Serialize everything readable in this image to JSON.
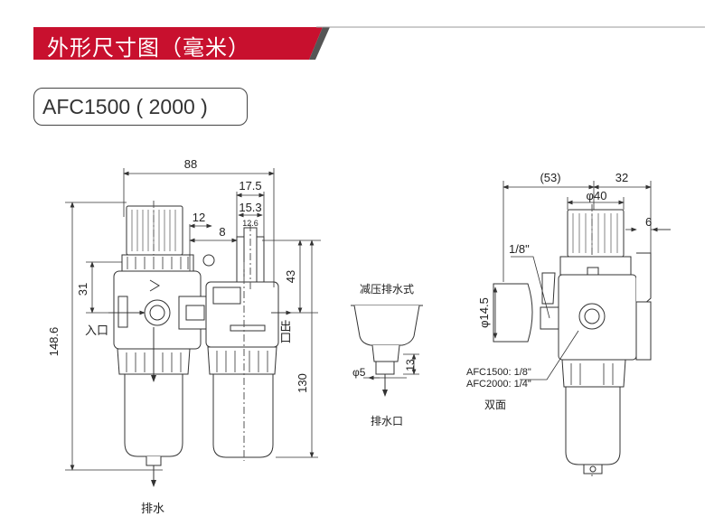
{
  "header": {
    "title": "外形尺寸图（毫米）",
    "model": "AFC1500 ( 2000 )",
    "accent_color": "#c8102e"
  },
  "front_view": {
    "dims": {
      "width_total": "88",
      "d17_5": "17.5",
      "d15_3": "15.3",
      "d12_6": "12.6",
      "d12": "12",
      "d8": "8",
      "d43": "43",
      "d31": "31",
      "d148_6": "148.6",
      "d130": "130"
    },
    "labels": {
      "inlet": "入口",
      "outlet": "出口",
      "drain": "排水"
    }
  },
  "drain_detail": {
    "title": "减压排水式",
    "dims": {
      "d5": "φ5",
      "d13": "13"
    },
    "label": "排水口"
  },
  "side_view": {
    "dims": {
      "d53": "(53)",
      "d32": "32",
      "d40": "φ40",
      "d6": "6",
      "d14_5": "φ14.5"
    },
    "port_label": "1/8\"",
    "port_specs": [
      "AFC1500:  1/8\"",
      "AFC2000:  1/4\""
    ],
    "note": "双面"
  }
}
